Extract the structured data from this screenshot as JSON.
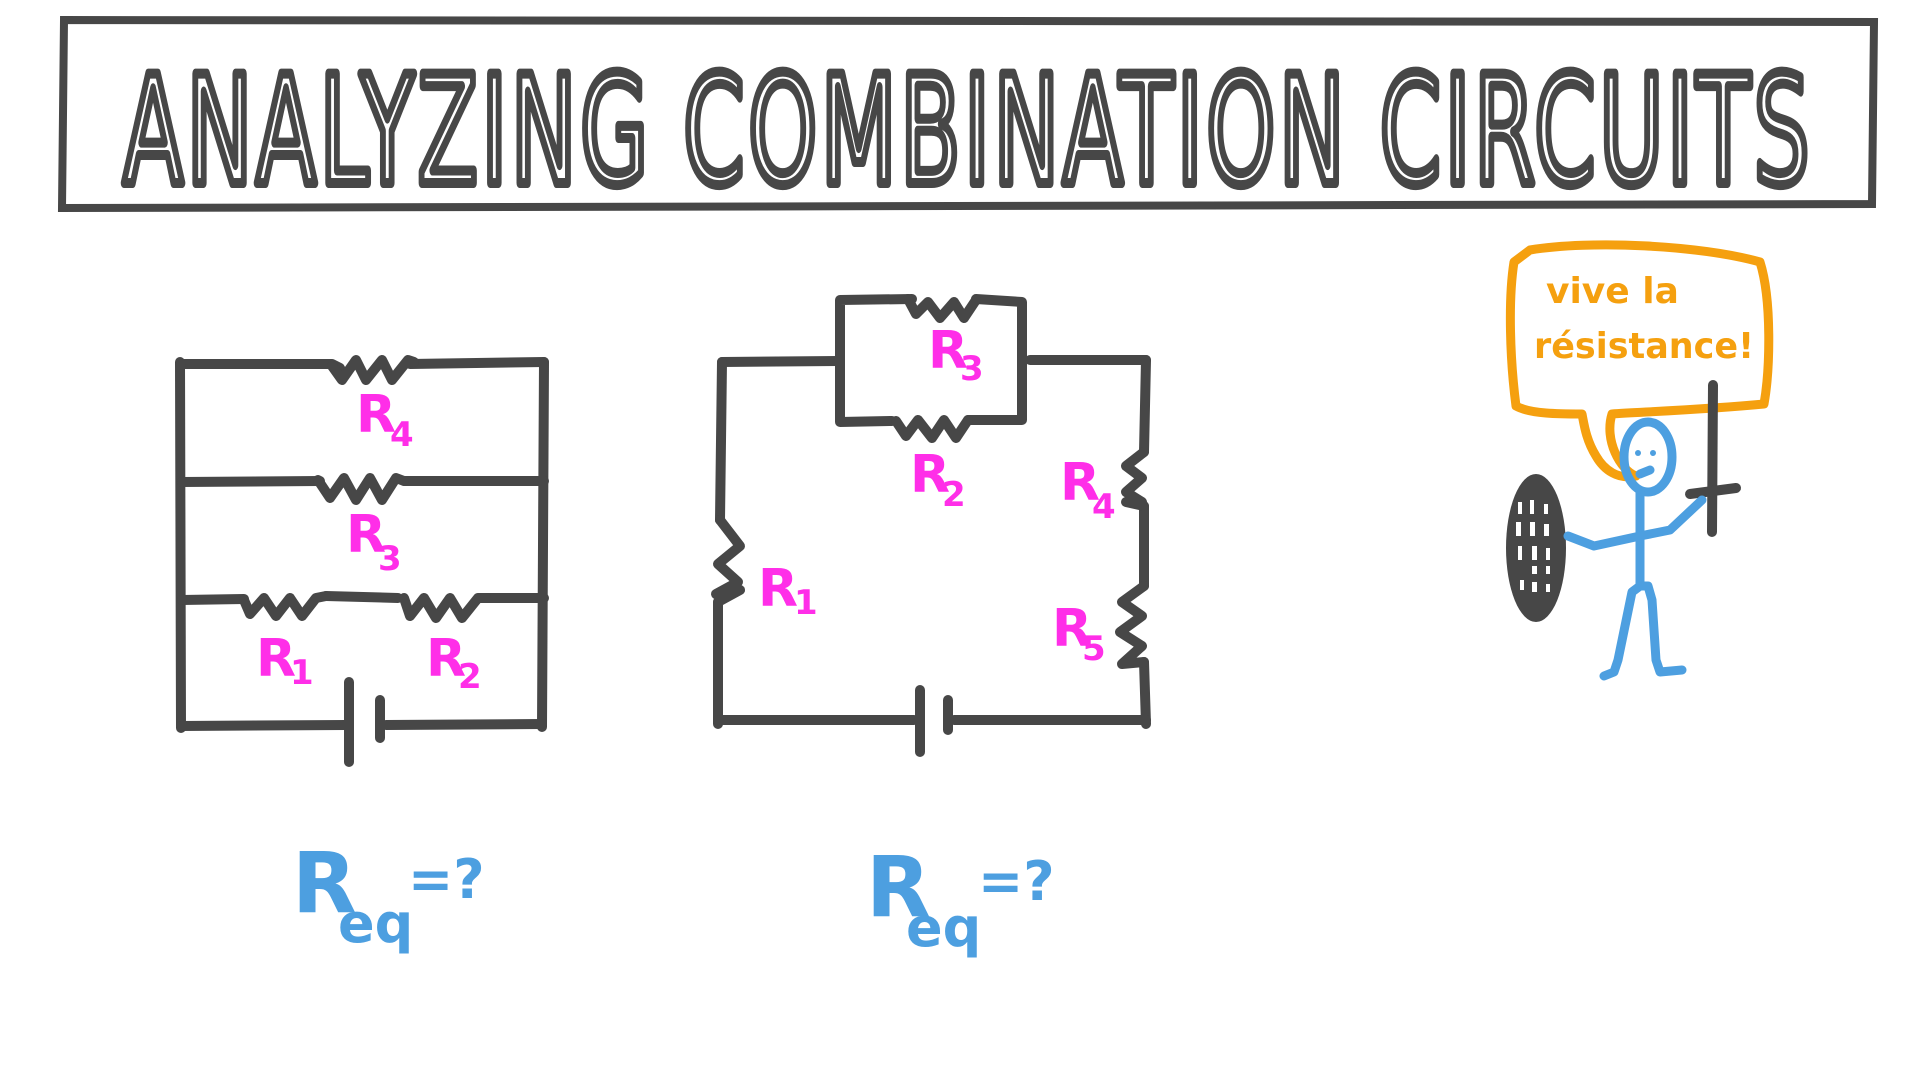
{
  "title": "ANALYZING COMBINATION CIRCUITS",
  "colors": {
    "ink": "#474747",
    "resistor_label": "#ff2ee8",
    "equation": "#4d9fe0",
    "speech_bubble": "#f5a00f",
    "figure": "#4d9fe0",
    "background": "#ffffff"
  },
  "circuit_1": {
    "description": "R1 and R2 in series, that branch in parallel with R3 and R4, driven by a battery",
    "resistors": [
      {
        "name": "R",
        "sub": "4"
      },
      {
        "name": "R",
        "sub": "3"
      },
      {
        "name": "R",
        "sub": "1"
      },
      {
        "name": "R",
        "sub": "2"
      }
    ],
    "equation": {
      "symbol": "R",
      "sub": "eq",
      "rest": "=?"
    }
  },
  "circuit_2": {
    "description": "R2 and R3 in parallel, in series with R1, R4 and R5, driven by a battery",
    "resistors": [
      {
        "name": "R",
        "sub": "3"
      },
      {
        "name": "R",
        "sub": "2"
      },
      {
        "name": "R",
        "sub": "1"
      },
      {
        "name": "R",
        "sub": "4"
      },
      {
        "name": "R",
        "sub": "5"
      }
    ],
    "equation": {
      "symbol": "R",
      "sub": "eq",
      "rest": "=?"
    }
  },
  "character": {
    "speech_line_1": "vive la",
    "speech_line_2": "résistance!",
    "props": [
      "sword-icon",
      "shield-icon"
    ]
  }
}
